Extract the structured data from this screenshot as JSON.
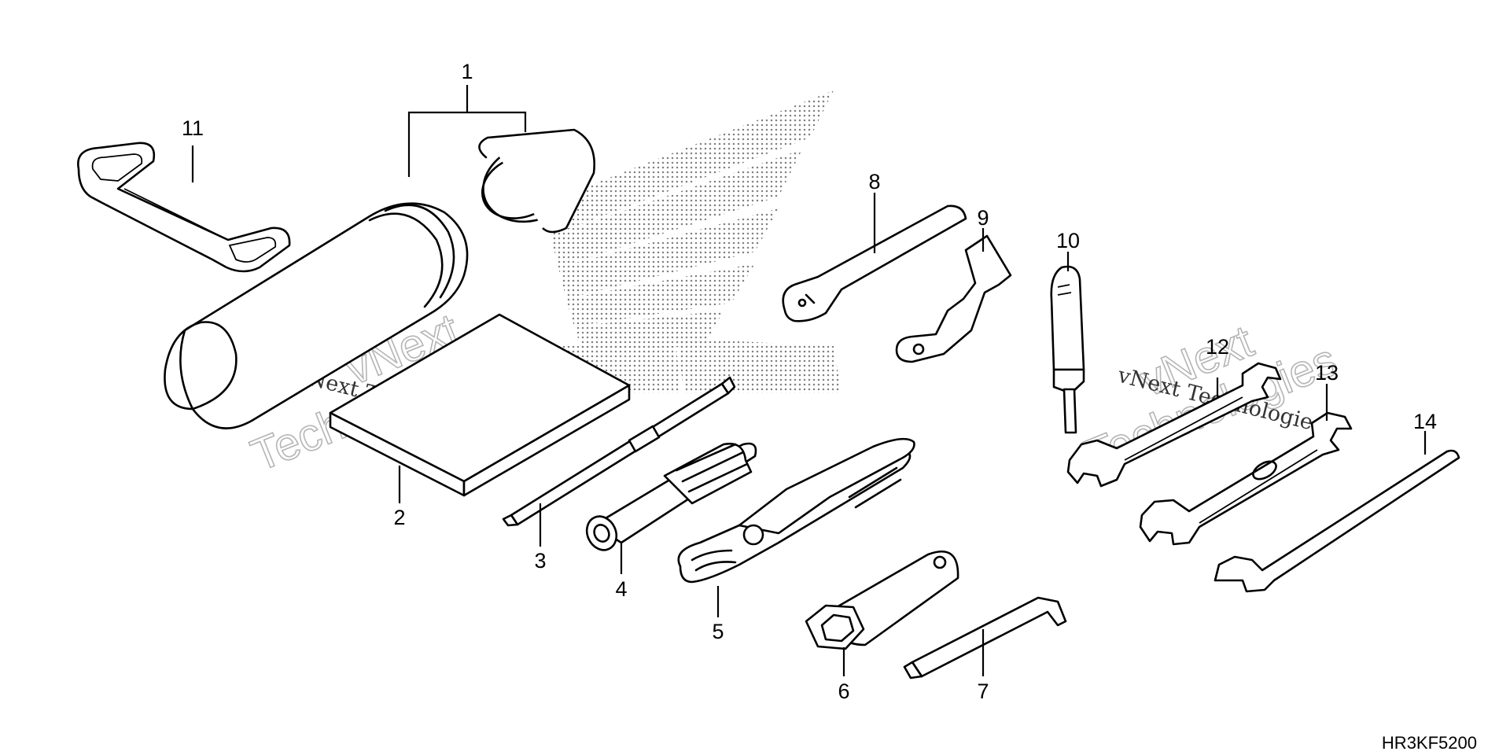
{
  "diagram_code": "HR3KF5200",
  "watermark": {
    "line1": "vNext",
    "line2": "Technologies",
    "inline": "vNext Technologies"
  },
  "callouts": [
    {
      "id": "1",
      "part": "tool-bag"
    },
    {
      "id": "2",
      "part": "owners-manual"
    },
    {
      "id": "3",
      "part": "screwdriver-bit"
    },
    {
      "id": "4",
      "part": "screwdriver-handle"
    },
    {
      "id": "5",
      "part": "pliers"
    },
    {
      "id": "6",
      "part": "plug-wrench"
    },
    {
      "id": "7",
      "part": "hex-wrench"
    },
    {
      "id": "8",
      "part": "pin-spanner"
    },
    {
      "id": "9",
      "part": "hook-spanner"
    },
    {
      "id": "10",
      "part": "small-screwdriver"
    },
    {
      "id": "11",
      "part": "tool-strap"
    },
    {
      "id": "12",
      "part": "open-end-wrench-a"
    },
    {
      "id": "13",
      "part": "open-end-wrench-b"
    },
    {
      "id": "14",
      "part": "open-end-wrench-c"
    }
  ]
}
